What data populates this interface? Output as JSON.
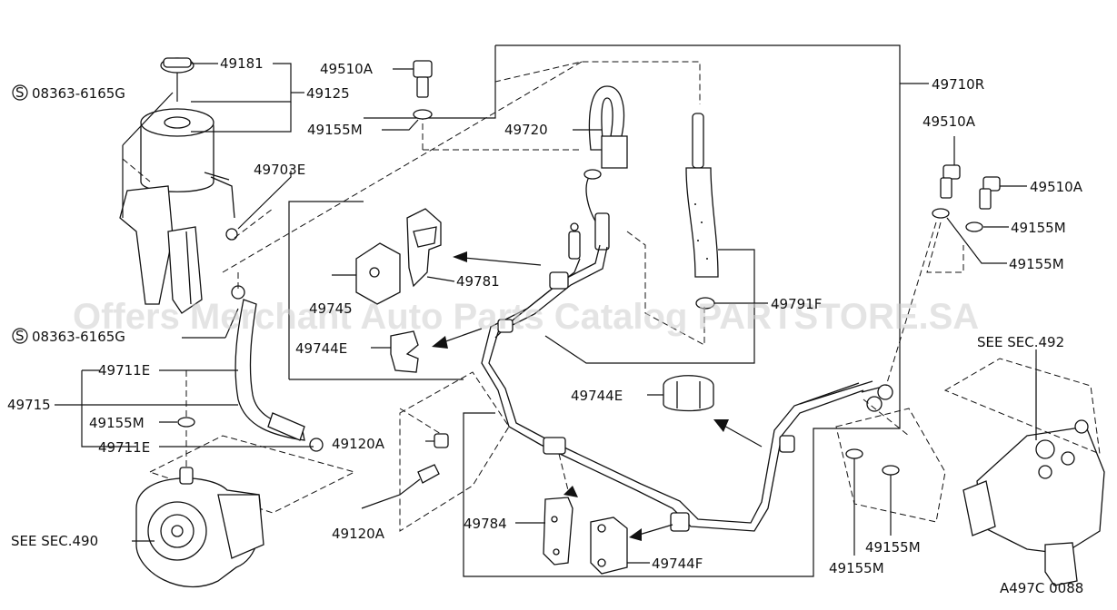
{
  "watermark": "Offers Merchant Auto Parts Catalog PARTSTORE.SA",
  "diagram_code": "A497C 0088",
  "callouts": {
    "p49181": "49181",
    "p49125": "49125",
    "bolt_top": "08363-6165G",
    "bolt_mid": "08363-6165G",
    "p49510A_top": "49510A",
    "p49155M_top": "49155M",
    "p49720": "49720",
    "p49710R": "49710R",
    "p49703E": "49703E",
    "p49781": "49781",
    "p49745": "49745",
    "p49791F": "49791F",
    "p49744E_left": "49744E",
    "p49744E_mid": "49744E",
    "p49711E_top": "49711E",
    "p49715": "49715",
    "p49155M_left": "49155M",
    "p49711E_bottom": "49711E",
    "p49120A_a": "49120A",
    "p49120A_b": "49120A",
    "p49784": "49784",
    "p49744F": "49744F",
    "p49510A_r1": "49510A",
    "p49510A_r2": "49510A",
    "p49155M_r1": "49155M",
    "p49155M_r2": "49155M",
    "p49155M_r3": "49155M",
    "p49155M_r4": "49155M",
    "see_492": "SEE SEC.492",
    "see_490": "SEE SEC.490"
  },
  "symbols": {
    "s_mark": "S"
  }
}
